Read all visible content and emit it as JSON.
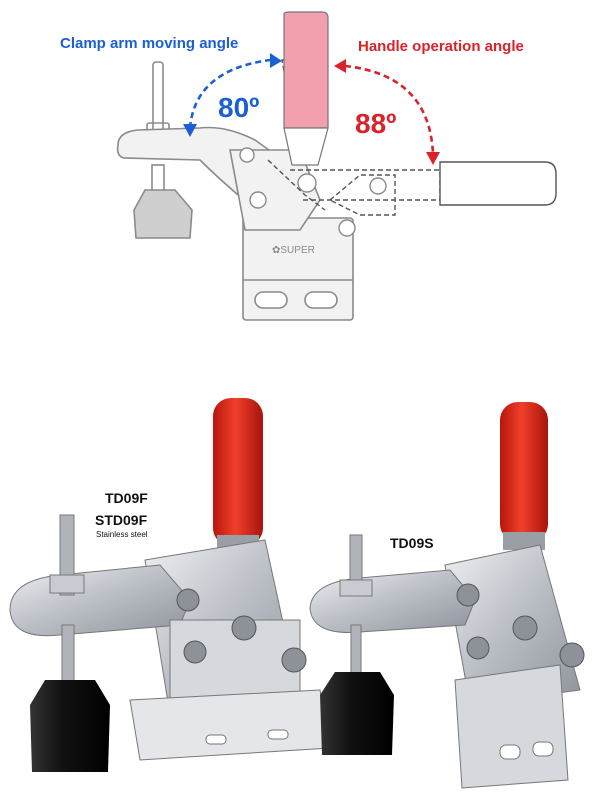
{
  "diagram": {
    "clamp_arm_label": "Clamp arm moving angle",
    "clamp_arm_angle": "80º",
    "handle_label": "Handle operation angle",
    "handle_angle": "88º",
    "brand_mark": "SUPER",
    "colors": {
      "blue": "#1a5fd6",
      "red": "#d8232a",
      "handle_pink": "#f2a0ae",
      "outline": "#8a8a8a"
    }
  },
  "products": {
    "left_model": "TD09F",
    "left_model_alt": "STD09F",
    "left_material": "Stainless steel",
    "right_model": "TD09S",
    "colors": {
      "metal": "#c9ccd1",
      "rubber": "#1a1a1a",
      "handle_red": "#e23a20"
    }
  }
}
